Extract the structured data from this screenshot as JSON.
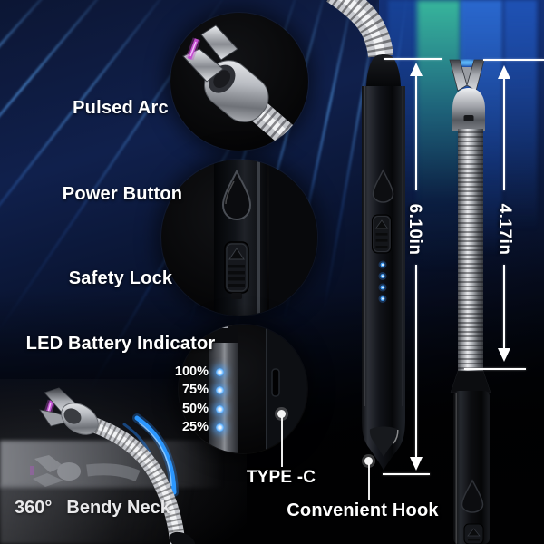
{
  "labels": {
    "pulsed_arc": "Pulsed Arc",
    "power_button": "Power Button",
    "safety_lock": "Safety Lock",
    "led_battery_indicator": "LED Battery Indicator",
    "bendy_degree": "360°",
    "bendy_neck": "Bendy Neck",
    "type_c": "TYPE -C",
    "convenient_hook": "Convenient Hook"
  },
  "measurements": {
    "handle_length": "6.10in",
    "neck_length": "4.17in"
  },
  "battery_levels": [
    "100%",
    "75%",
    "50%",
    "25%"
  ],
  "icons": {
    "power_button": "teardrop-power-button-icon",
    "safety_lock": "safety-lock-slider-icon",
    "led": "led-indicator-dot",
    "callout": "callout-dot"
  },
  "colors": {
    "led_blue": "#47a6ff",
    "arc_purple": "#c44fd0",
    "swoosh_blue": "#2b97ff",
    "teal_glow": "#3ecda2",
    "background_navy": "#0c1634"
  }
}
